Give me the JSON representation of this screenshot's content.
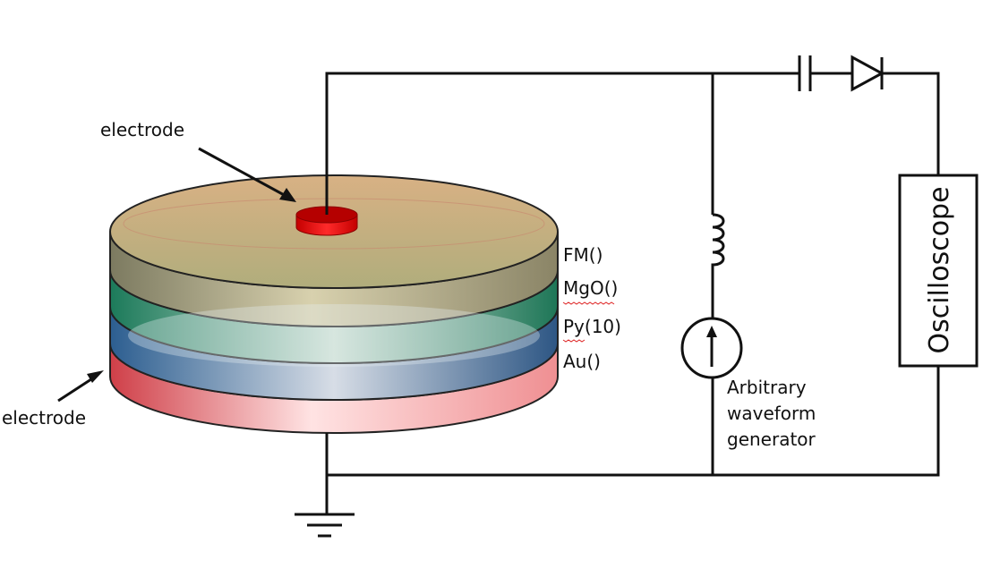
{
  "labels": {
    "electrode_top": "electrode",
    "electrode_bottom": "electrode",
    "layer_fm": "FM()",
    "layer_mgo": "MgO()",
    "layer_py": "Py(10)",
    "layer_au": "Au()",
    "oscilloscope": "Oscilloscope",
    "generator_line1": "Arbitrary",
    "generator_line2": "waveform",
    "generator_line3": "generator"
  },
  "colors": {
    "fm_layer": "#b6a57a",
    "mgo_layer": "#1f7f5c",
    "py_layer": "#2f5d8c",
    "au_layer": "#d24545",
    "top_electrode": "#d40000",
    "wire": "#111111"
  }
}
